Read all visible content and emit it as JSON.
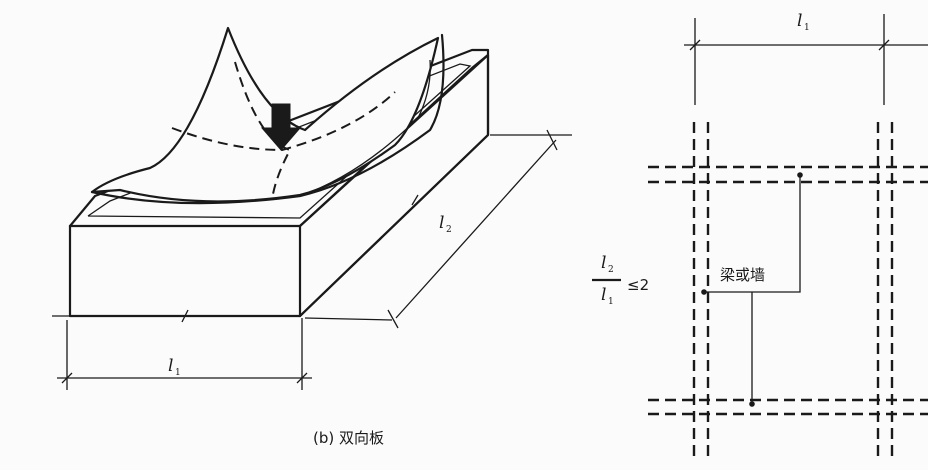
{
  "left_figure": {
    "caption": "(b) 双向板",
    "dimension_labels": [
      {
        "letter": "l",
        "sub": "1"
      },
      {
        "letter": "l",
        "sub": "2"
      }
    ],
    "load_arrow_icon": "down-arrow-icon"
  },
  "right_figure": {
    "top_dimension": {
      "letter": "l",
      "sub": "1"
    },
    "ratio": {
      "numerator": {
        "letter": "l",
        "sub": "2"
      },
      "denominator": {
        "letter": "l",
        "sub": "1"
      },
      "condition": "≤2"
    },
    "support_label": "梁或墙"
  }
}
